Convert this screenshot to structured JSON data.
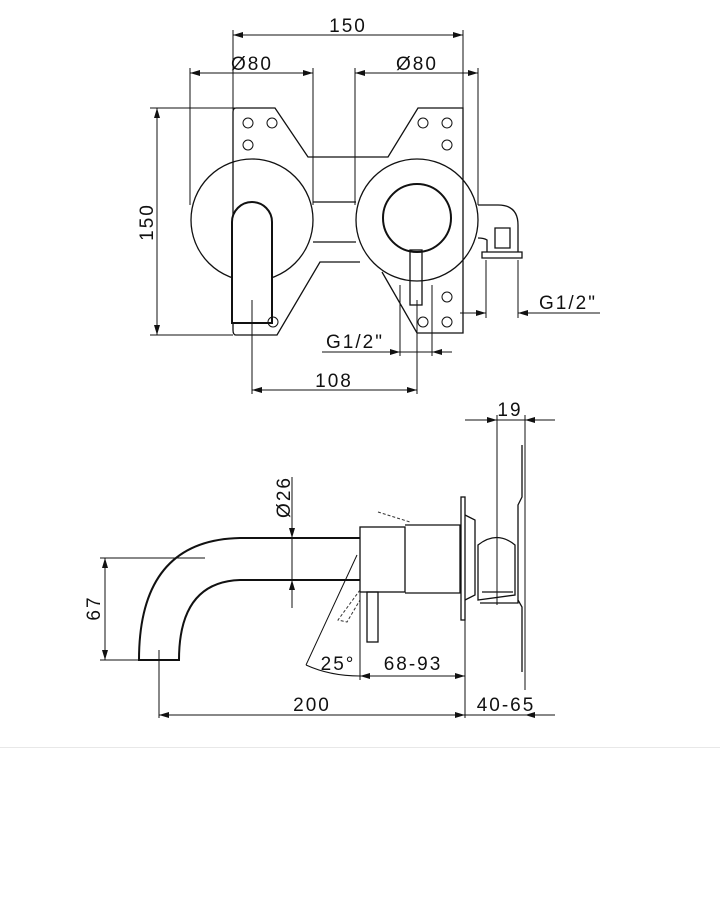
{
  "title": "Wall-mounted basin mixer technical drawing",
  "front_view": {
    "width_total": "150",
    "diameter_left": "Ø80",
    "diameter_right": "Ø80",
    "height_total": "150",
    "inlet_right": "G1/2\"",
    "inlet_bottom": "G1/2\"",
    "centre_distance": "108"
  },
  "side_view": {
    "plate_depth": "19",
    "spout_diameter": "Ø26",
    "spout_height": "67",
    "lever_angle": "25°",
    "body_projection": "68-93",
    "spout_projection": "200",
    "wall_depth": "40-65"
  },
  "colors": {
    "line": "#111111",
    "background": "#ffffff"
  }
}
